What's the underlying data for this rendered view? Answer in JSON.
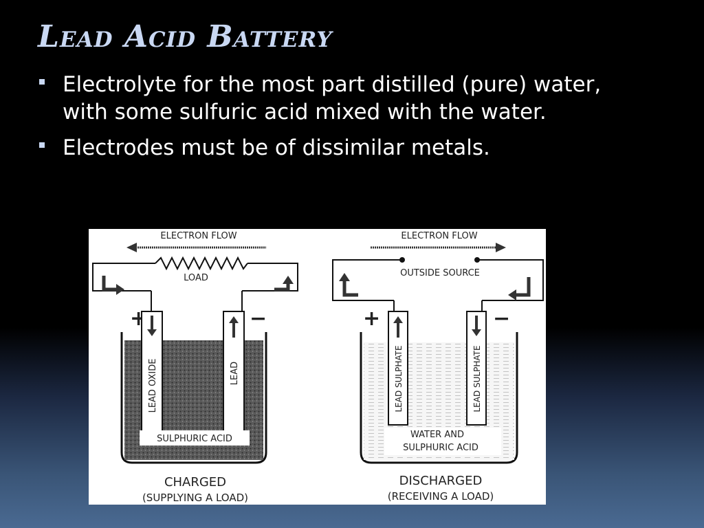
{
  "slide": {
    "title": "Lead Acid Battery",
    "bullets": [
      "Electrolyte for the most part distilled (pure) water, with some sulfuric acid mixed with the water.",
      "Electrodes must be of  dissimilar metals."
    ]
  },
  "diagram": {
    "left": {
      "flow_label": "ELECTRON FLOW",
      "circuit_label": "LOAD",
      "plus": "+",
      "minus": "−",
      "positive_plate": "LEAD OXIDE",
      "negative_plate": "LEAD",
      "electrolyte": "SULPHURIC ACID",
      "state": "CHARGED",
      "caption": "(SUPPLYING A LOAD)"
    },
    "right": {
      "flow_label": "ELECTRON FLOW",
      "circuit_label": "OUTSIDE SOURCE",
      "plus": "+",
      "minus": "−",
      "positive_plate": "LEAD SULPHATE",
      "negative_plate": "LEAD SULPHATE",
      "electrolyte_line1": "WATER AND",
      "electrolyte_line2": "SULPHURIC ACID",
      "state": "DISCHARGED",
      "caption": "(RECEIVING A LOAD)"
    }
  },
  "colors": {
    "title": "#c9d8f3",
    "text": "#ffffff",
    "bg_top": "#000000",
    "bg_bottom": "#4a6a92"
  }
}
